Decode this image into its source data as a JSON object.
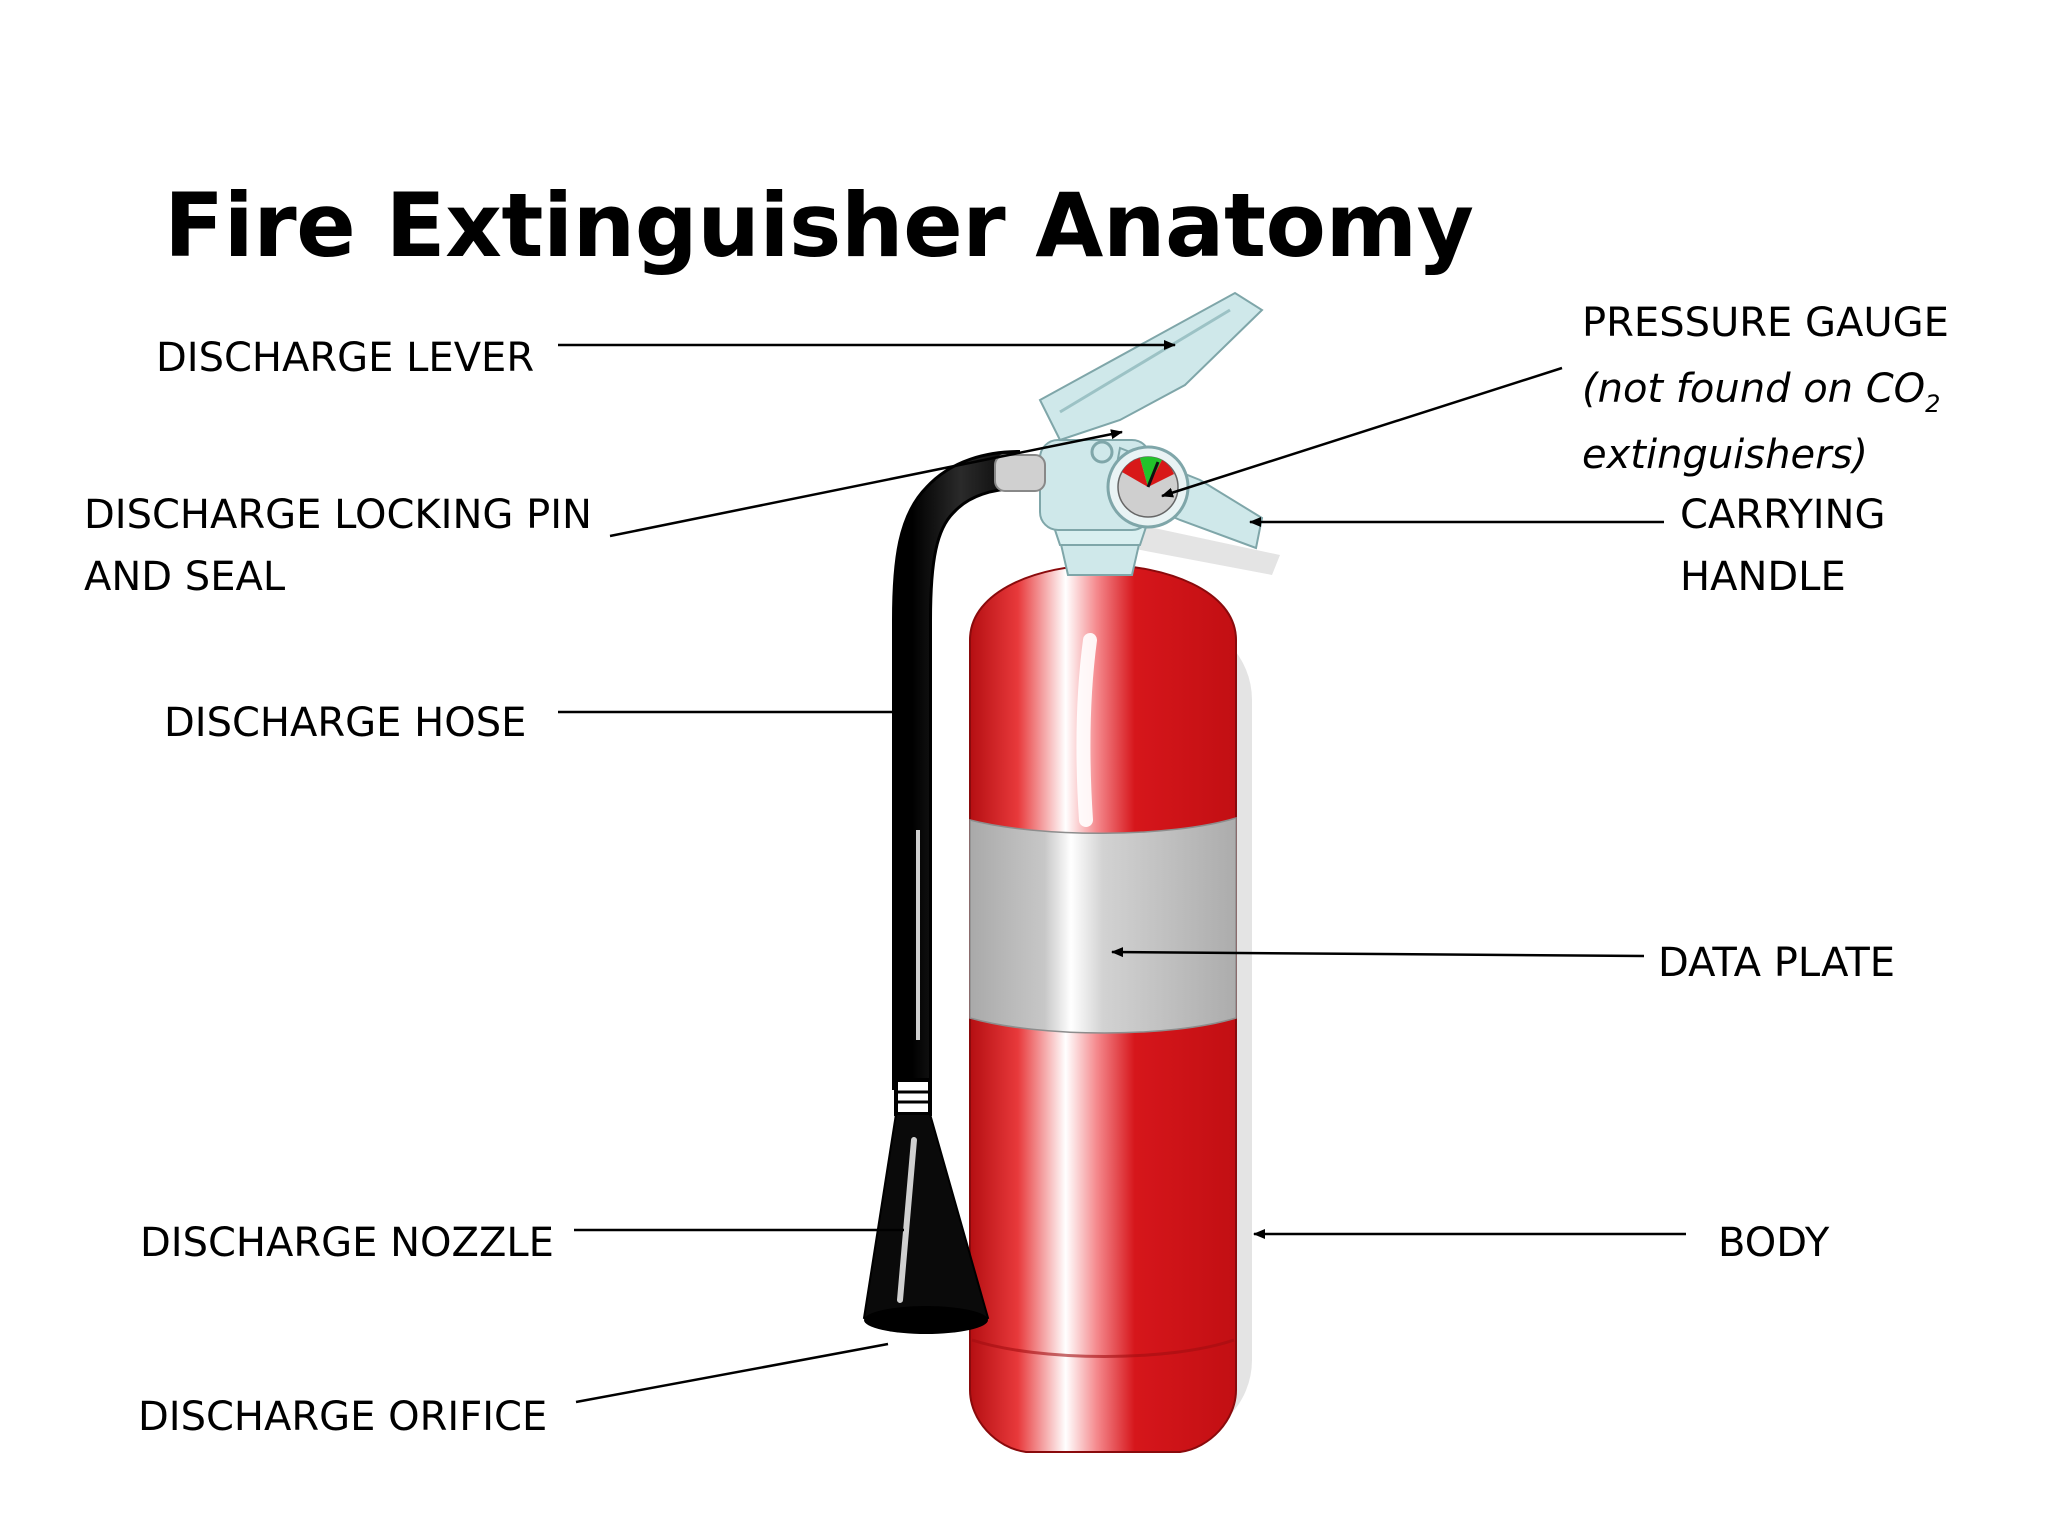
{
  "title": "Fire Extinguisher Anatomy",
  "labels": {
    "discharge_lever": "DISCHARGE LEVER",
    "locking_pin_line1": "DISCHARGE LOCKING PIN",
    "locking_pin_line2": "AND SEAL",
    "discharge_hose": "DISCHARGE HOSE",
    "discharge_nozzle": "DISCHARGE NOZZLE",
    "discharge_orifice": "DISCHARGE ORIFICE",
    "pressure_gauge": "PRESSURE GAUGE",
    "pressure_gauge_note_pre": "(not found on CO",
    "pressure_gauge_note_sub": "2",
    "pressure_gauge_note_post": "extinguishers)",
    "carrying_handle_line1": "CARRYING",
    "carrying_handle_line2": "HANDLE",
    "data_plate": "DATA PLATE",
    "body": "BODY"
  },
  "colors": {
    "body_red": "#d6161b",
    "band_gray": "#b3b3b3",
    "valve_blue": "#cfe8ea",
    "hose_black": "#111111",
    "gauge_green": "#22c22a",
    "gauge_red": "#d81818"
  }
}
